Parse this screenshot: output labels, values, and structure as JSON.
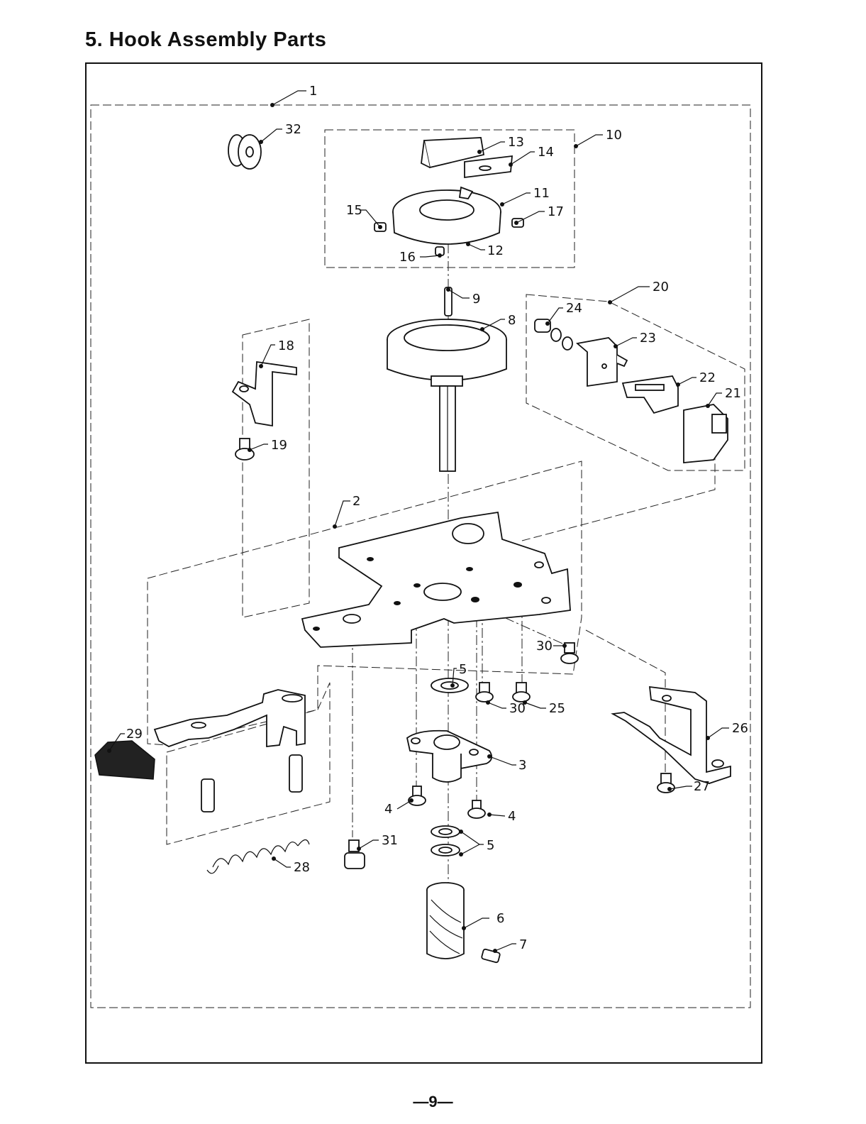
{
  "page": {
    "title": "5. Hook Assembly Parts",
    "page_number": "—9—"
  },
  "callouts": [
    {
      "id": "c1",
      "label": "1"
    },
    {
      "id": "c2",
      "label": "2"
    },
    {
      "id": "c3",
      "label": "3"
    },
    {
      "id": "c4a",
      "label": "4"
    },
    {
      "id": "c4b",
      "label": "4"
    },
    {
      "id": "c5a",
      "label": "5"
    },
    {
      "id": "c5b",
      "label": "5"
    },
    {
      "id": "c6",
      "label": "6"
    },
    {
      "id": "c7",
      "label": "7"
    },
    {
      "id": "c8",
      "label": "8"
    },
    {
      "id": "c9",
      "label": "9"
    },
    {
      "id": "c10",
      "label": "10"
    },
    {
      "id": "c11",
      "label": "11"
    },
    {
      "id": "c12",
      "label": "12"
    },
    {
      "id": "c13",
      "label": "13"
    },
    {
      "id": "c14",
      "label": "14"
    },
    {
      "id": "c15",
      "label": "15"
    },
    {
      "id": "c16",
      "label": "16"
    },
    {
      "id": "c17",
      "label": "17"
    },
    {
      "id": "c18",
      "label": "18"
    },
    {
      "id": "c19",
      "label": "19"
    },
    {
      "id": "c20",
      "label": "20"
    },
    {
      "id": "c21",
      "label": "21"
    },
    {
      "id": "c22",
      "label": "22"
    },
    {
      "id": "c23",
      "label": "23"
    },
    {
      "id": "c24",
      "label": "24"
    },
    {
      "id": "c25",
      "label": "25"
    },
    {
      "id": "c26",
      "label": "26"
    },
    {
      "id": "c27",
      "label": "27"
    },
    {
      "id": "c28",
      "label": "28"
    },
    {
      "id": "c29",
      "label": "29"
    },
    {
      "id": "c30a",
      "label": "30"
    },
    {
      "id": "c30b",
      "label": "30"
    },
    {
      "id": "c31",
      "label": "31"
    },
    {
      "id": "c32",
      "label": "32"
    }
  ]
}
